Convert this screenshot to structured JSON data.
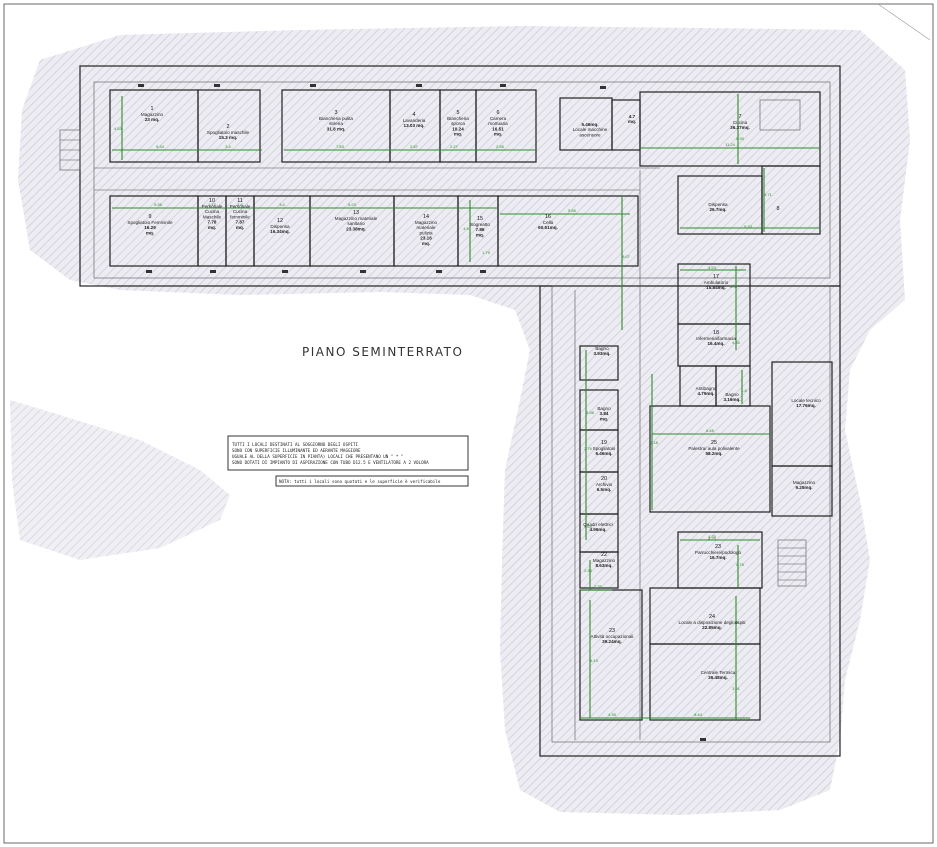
{
  "plan_title": "PIANO SEMINTERRATO",
  "note_lines": [
    "TUTTI I LOCALI DESTINATI AL SOGGIORNO DEGLI OSPITI",
    "SONO CON SUPERFICIE ILLUMINANTE ED AERANTE MAGGIORE",
    "UGUALE AL DELLA SUPERFICIE IN PIANTA) LOCALI CHE PRESENTANO UN \" * \"",
    "SONO DOTATI DI IMPIANTO DI ASPIRAZIONE CON TUBO D12.5 E VENTILATORE A 2 VOLORA"
  ],
  "nota": "NOTA:  tutti i locali sono quotati e le superficie è verificabile",
  "rooms": [
    {
      "n": "1",
      "lines": [
        "Magazzino",
        "23 mq."
      ]
    },
    {
      "n": "2",
      "lines": [
        "Spogliatoio maschile",
        "15.3 mq."
      ]
    },
    {
      "n": "3",
      "lines": [
        "Biancheria pulita",
        "stireria",
        "31.8 mq."
      ]
    },
    {
      "n": "4",
      "lines": [
        "Lavanderia",
        "13.03 mq."
      ]
    },
    {
      "n": "5",
      "lines": [
        "Biancheria",
        "sporca",
        "10.24",
        "mq."
      ]
    },
    {
      "n": "6",
      "lines": [
        "Camera",
        "mortuaria",
        "16.51",
        "mq."
      ]
    },
    {
      "n": "",
      "lines": [
        "5.46mq.",
        "Locale macchine",
        "ascensore"
      ]
    },
    {
      "n": "",
      "lines": [
        "4.7",
        "mq."
      ]
    },
    {
      "n": "7",
      "lines": [
        "Cucina",
        "36.37mq."
      ]
    },
    {
      "n": "9",
      "lines": [
        "Spogliatoio Femminile",
        "16.29",
        "mq."
      ]
    },
    {
      "n": "10",
      "lines": [
        "Personale",
        "Cucina",
        "Maschile",
        "7.78",
        "mq."
      ]
    },
    {
      "n": "11",
      "lines": [
        "Personale",
        "Cucina",
        "femminile",
        "7.87",
        "mq."
      ]
    },
    {
      "n": "12",
      "lines": [
        "Dispensa",
        "16.34mq."
      ]
    },
    {
      "n": "13",
      "lines": [
        "Magazzino materiale",
        "sanitario",
        "23.38mq."
      ]
    },
    {
      "n": "14",
      "lines": [
        "Magazzino",
        "materiale",
        "pulizia",
        "23.16",
        "mq."
      ]
    },
    {
      "n": "15",
      "lines": [
        "Sogreatto",
        "7.86",
        "mq."
      ]
    },
    {
      "n": "16",
      "lines": [
        "Cella",
        "60.51mq."
      ]
    },
    {
      "n": "",
      "lines": [
        "Dispensa",
        "26.7mq."
      ]
    },
    {
      "n": "8",
      "lines": [
        ""
      ]
    },
    {
      "n": "17",
      "lines": [
        "Ambulatorio",
        "15.84mq."
      ]
    },
    {
      "n": "18",
      "lines": [
        "Infermeria/farmacia",
        "16.4mq."
      ]
    },
    {
      "n": "",
      "lines": [
        "Bagno",
        "3.93mq."
      ]
    },
    {
      "n": "",
      "lines": [
        "Antibagno",
        "4.79mq."
      ]
    },
    {
      "n": "",
      "lines": [
        "Bagno",
        "3.16mq."
      ]
    },
    {
      "n": "",
      "lines": [
        "Locale tecnico",
        "17.76mq."
      ]
    },
    {
      "n": "",
      "lines": [
        "Bagno",
        "3.84",
        "mq."
      ]
    },
    {
      "n": "19",
      "lines": [
        "Spogliatoio",
        "6.46mq."
      ]
    },
    {
      "n": "25",
      "lines": [
        "Palestra/ aula polivalente",
        "58.2mq."
      ]
    },
    {
      "n": "20",
      "lines": [
        "Archivio",
        "6.5mq."
      ]
    },
    {
      "n": "",
      "lines": [
        "Magazzino",
        "9.25mq."
      ]
    },
    {
      "n": "",
      "lines": [
        "Quadri elettrici",
        "4.96mq."
      ]
    },
    {
      "n": "22",
      "lines": [
        "Magazzino",
        "8.63mq."
      ]
    },
    {
      "n": "23",
      "lines": [
        "Parrucchiere/podologo",
        "16.7mq."
      ]
    },
    {
      "n": "24",
      "lines": [
        "Locale a disposizione degli ospiti",
        "22.85mq."
      ]
    },
    {
      "n": "23",
      "lines": [
        "Attività occupazionali",
        "39.24mq."
      ]
    },
    {
      "n": "",
      "lines": [
        "Centrale Termica",
        "36.48mq."
      ]
    }
  ],
  "measures": [
    "4.53",
    "5.34",
    "3.4",
    "7.83",
    "2.87",
    "2.27",
    "2.55",
    "11.24",
    "6.35",
    "5.36",
    "1.72",
    "1.8",
    "3.4",
    "5.23",
    "5.85",
    "4.5",
    "1.79",
    "9.07",
    "4.71",
    "9.33",
    "4.53",
    "8.37",
    "4.35",
    "1.8",
    "3.98",
    "8.45",
    "2.76",
    "5.18",
    "9.65",
    "2.35",
    "2.35",
    "4.25",
    "8.75",
    "3.9",
    "4.25",
    "6.19",
    "4.35",
    "8.44",
    "3.91"
  ]
}
